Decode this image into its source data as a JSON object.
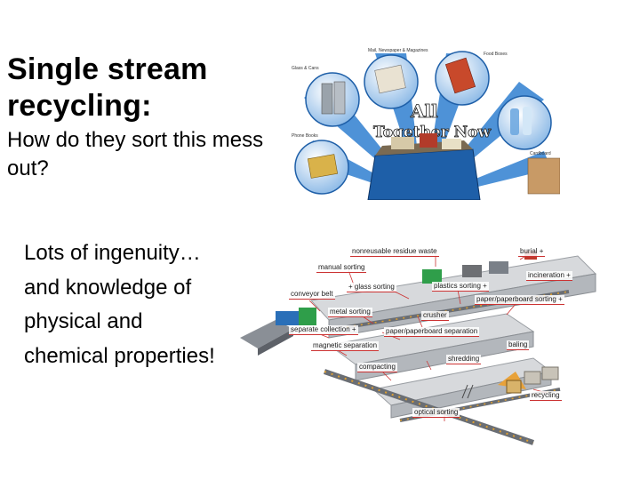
{
  "slide": {
    "title": "Single stream recycling:",
    "subtitle": "How do they sort this mess out?",
    "body": "Lots of ingenuity…and knowledge of physical and chemical properties!"
  },
  "top_image": {
    "banner_line1": "All",
    "banner_line2": "Together Now",
    "categories": [
      {
        "label": "Glass & Cans"
      },
      {
        "label": "Mail, Newspaper & Magazines"
      },
      {
        "label": "Food Boxes"
      },
      {
        "label": "Phone Books"
      },
      {
        "label": "Cardboard"
      }
    ]
  },
  "diagram": {
    "labels": [
      "nonreusable residue waste",
      "burial +",
      "manual sorting",
      "incineration +",
      "+ glass sorting",
      "plastics sorting +",
      "conveyor belt",
      "paper/paperboard sorting +",
      "metal sorting",
      "crusher",
      "separate collection +",
      "paper/paperboard separation",
      "magnetic separation",
      "baling",
      "shredding",
      "compacting",
      "recycling",
      "optical sorting"
    ]
  },
  "colors": {
    "accent_red": "#cc3333",
    "bin_blue": "#1e5fa8",
    "banner_sky": "#3f8fd8"
  }
}
